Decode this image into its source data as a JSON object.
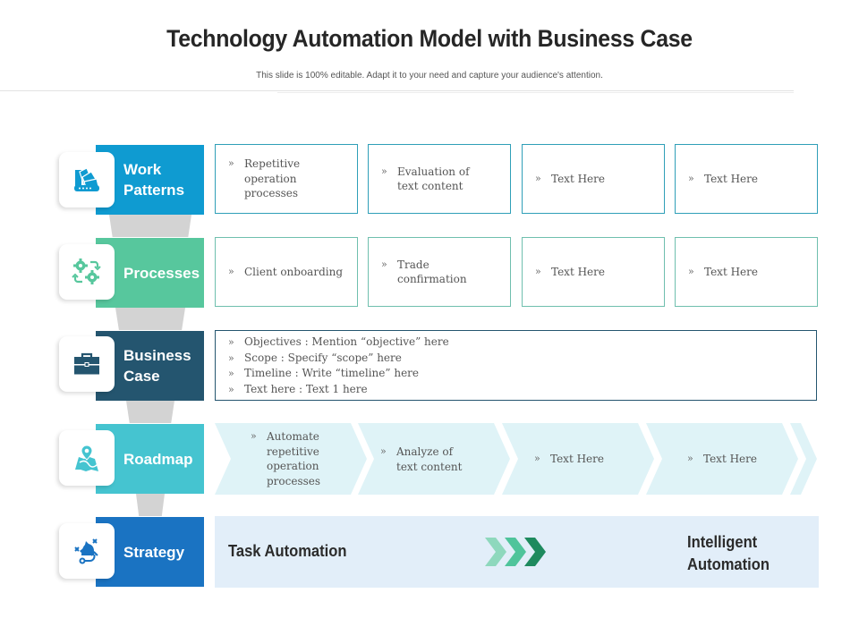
{
  "header": {
    "title": "Technology Automation Model with Business Case",
    "subtitle": "This slide is 100% editable.  Adapt it to your need and capture your audience's attention."
  },
  "colors": {
    "work_patterns": "#0f9bd1",
    "processes": "#57c79d",
    "business_case": "#24556f",
    "roadmap": "#45c4d0",
    "strategy": "#1a73c2",
    "funnel": "#d3d3d3",
    "roadmap_fill": "#dff3f7",
    "strategy_fill": "#e2eef9",
    "arrow_light": "#8ed8bd",
    "arrow_mid": "#4fc49b",
    "arrow_dark": "#1e8a5e"
  },
  "bullet_glyph": "»",
  "rows": [
    {
      "label_line1": "Work",
      "label_line2": "Patterns",
      "icon": "swatch-palette-icon",
      "items": [
        "Repetitive operation processes",
        "Evaluation of text content",
        "Text Here",
        "Text Here"
      ]
    },
    {
      "label_line1": "Processes",
      "label_line2": "",
      "icon": "gears-cycle-icon",
      "items": [
        "Client onboarding",
        "Trade confirmation",
        "Text Here",
        "Text Here"
      ]
    },
    {
      "label_line1": "Business",
      "label_line2": "Case",
      "icon": "briefcase-icon",
      "items": [
        "Objectives : Mention “objective” here",
        "Scope : Specify “scope” here",
        "Timeline : Write “timeline” here",
        "Text here : Text 1 here"
      ]
    },
    {
      "label_line1": "Roadmap",
      "label_line2": "",
      "icon": "map-pin-icon",
      "items": [
        "Automate repetitive operation processes",
        "Analyze of text content",
        "Text Here",
        "Text Here"
      ]
    },
    {
      "label_line1": "Strategy",
      "label_line2": "",
      "icon": "chess-knight-strategy-icon",
      "from": "Task Automation",
      "to_line1": "Intelligent",
      "to_line2": "Automation"
    }
  ]
}
